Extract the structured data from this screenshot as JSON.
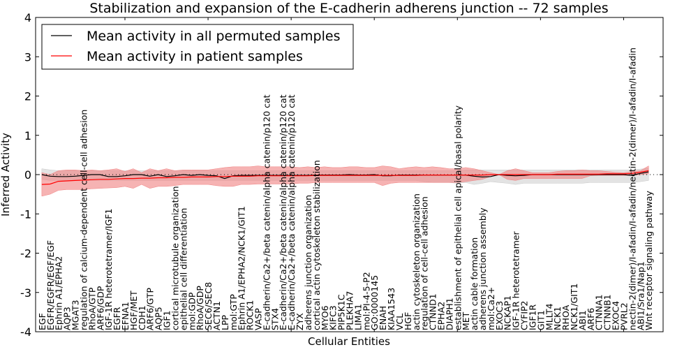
{
  "chart_data": {
    "type": "line",
    "title": "Stabilization and expansion of the E-cadherin adherens junction -- 72 samples",
    "xlabel": "Cellular Entities",
    "ylabel": "Inferred Activity",
    "ylim": [
      -4,
      4
    ],
    "yticks": [
      "-4",
      "-3",
      "-2",
      "-1",
      "0",
      "1",
      "2",
      "3",
      "4"
    ],
    "grid": false,
    "legend_placement": "top-left",
    "categories": [
      "EGF",
      "EGFR/EGFR/EGF/EGF",
      "Ephrin A1/EPHA2",
      "AQP3",
      "MGAT3",
      "regulation of calcium-dependent cell-cell adhesion",
      "RhoA/GTP",
      "ARF6/GDP",
      "IGF-1R heterotetramer/IGF1",
      "EGFR",
      "EFNA1",
      "HGF/MET",
      "CDH1",
      "ARF6/GTP",
      "AQP5",
      "IGF1",
      "cortical microtubule organization",
      "epithelial cell differentiation",
      "mol:GDP",
      "RhoA/GDP",
      "SEC6/SEC8",
      "ACTN1",
      "LPP",
      "mol:GTP",
      "Ephrin A1/EPHA2/NCK1/GIT1",
      "ROCK1",
      "VASP",
      "E-cadherin/Ca2+/beta catenin/alpha catenin/p120 cat",
      "STX4",
      "E-cadherin/Ca2+/beta catenin/alpha catenin/p120 cat",
      "E-cadherin/Ca2+/beta catenin/alpha catenin/p120 cat",
      "ZYX",
      "adherens junction organization",
      "cortical actin cytoskeleton stabilization",
      "MYO6",
      "KIFC3",
      "PIP5K1C",
      "PLEKHA7",
      "LIMA1",
      "mol:PI-4-5-P2",
      "GO:0000145",
      "ENAH",
      "KIAA1543",
      "VCL",
      "HGF",
      "actin cytoskeleton organization",
      "regulation of cell-cell adhesion",
      "CTNND1",
      "EPHA2",
      "DIAPH1",
      "establishment of epithelial cell apical/basal polarity",
      "MET",
      "actin cable formation",
      "adherens junction assembly",
      "mol:Ca2+",
      "EXOC3",
      "NCKAP1",
      "IGF-1R heterotetramer",
      "CYFIP2",
      "IGF1R",
      "GIT1",
      "MLLT4",
      "NCK1",
      "RHOA",
      "NCK1/GIT1",
      "ABI1",
      "ARF6",
      "CTNNA1",
      "CTNNB1",
      "EXOC4",
      "PVRL2",
      "nectin-2(dimer)/I-afadin/I-afadin/nectin-2(dimer)/I-afadin/I-afadin",
      "ABI1/Sra1/Nap1",
      "Wnt receptor signaling pathway"
    ],
    "series": [
      {
        "name": "Mean activity in all permuted samples",
        "color": "#000000",
        "band_color": "#c8c8c8",
        "values": [
          0.0,
          -0.04,
          -0.05,
          -0.05,
          -0.04,
          -0.02,
          0.0,
          0.0,
          -0.05,
          -0.05,
          -0.03,
          0.0,
          0.0,
          -0.04,
          0.0,
          -0.05,
          -0.03,
          0.0,
          -0.02,
          0.0,
          -0.02,
          -0.03,
          -0.1,
          -0.03,
          -0.02,
          -0.02,
          -0.02,
          -0.02,
          -0.02,
          -0.02,
          -0.02,
          -0.02,
          -0.02,
          -0.01,
          -0.01,
          -0.01,
          -0.01,
          0.0,
          -0.01,
          -0.01,
          0.0,
          -0.03,
          -0.03,
          -0.01,
          -0.01,
          -0.01,
          -0.01,
          -0.01,
          -0.01,
          -0.01,
          -0.01,
          -0.01,
          -0.04,
          -0.06,
          -0.05,
          0.0,
          -0.02,
          -0.03,
          -0.02,
          0.0,
          0.0,
          0.0,
          0.0,
          0.0,
          0.0,
          0.0,
          0.0,
          0.0,
          0.0,
          0.0,
          0.0,
          -0.02,
          0.03,
          0.07
        ],
        "upper": [
          0.15,
          0.12,
          0.1,
          0.1,
          0.1,
          0.1,
          0.1,
          0.1,
          0.1,
          0.1,
          0.1,
          0.1,
          0.1,
          0.1,
          0.1,
          0.1,
          0.1,
          0.1,
          0.1,
          0.1,
          0.1,
          0.1,
          0.1,
          0.1,
          0.1,
          0.1,
          0.1,
          0.1,
          0.1,
          0.1,
          0.1,
          0.1,
          0.1,
          0.1,
          0.1,
          0.1,
          0.1,
          0.1,
          0.1,
          0.1,
          0.1,
          0.1,
          0.1,
          0.1,
          0.1,
          0.1,
          0.1,
          0.1,
          0.1,
          0.1,
          0.1,
          0.12,
          0.12,
          0.12,
          0.12,
          0.12,
          0.12,
          0.12,
          0.12,
          0.12,
          0.12,
          0.12,
          0.12,
          0.12,
          0.12,
          0.12,
          0.12,
          0.12,
          0.12,
          0.12,
          0.12,
          0.12,
          0.14,
          0.16
        ],
        "lower": [
          -0.12,
          -0.15,
          -0.15,
          -0.15,
          -0.15,
          -0.15,
          -0.15,
          -0.15,
          -0.15,
          -0.15,
          -0.15,
          -0.15,
          -0.15,
          -0.15,
          -0.15,
          -0.15,
          -0.15,
          -0.15,
          -0.15,
          -0.15,
          -0.15,
          -0.15,
          -0.15,
          -0.15,
          -0.15,
          -0.15,
          -0.15,
          -0.15,
          -0.15,
          -0.15,
          -0.15,
          -0.15,
          -0.15,
          -0.15,
          -0.15,
          -0.15,
          -0.15,
          -0.15,
          -0.15,
          -0.15,
          -0.15,
          -0.15,
          -0.15,
          -0.15,
          -0.15,
          -0.15,
          -0.18,
          -0.2,
          -0.2,
          -0.2,
          -0.22,
          -0.2,
          -0.25,
          -0.22,
          -0.18,
          -0.2,
          -0.22,
          -0.25,
          -0.22,
          -0.22,
          -0.22,
          -0.22,
          -0.22,
          -0.22,
          -0.22,
          -0.22,
          -0.2,
          -0.2,
          -0.2,
          -0.2,
          -0.2,
          -0.2,
          -0.18,
          -0.15
        ]
      },
      {
        "name": "Mean activity in patient samples",
        "color": "#ff0000",
        "band_color": "#f08080",
        "values": [
          -0.25,
          -0.24,
          -0.17,
          -0.16,
          -0.15,
          -0.14,
          -0.13,
          -0.12,
          -0.12,
          -0.11,
          -0.1,
          -0.1,
          -0.09,
          -0.09,
          -0.08,
          -0.08,
          -0.07,
          -0.07,
          -0.06,
          -0.06,
          -0.06,
          -0.05,
          -0.05,
          -0.04,
          -0.04,
          -0.04,
          -0.03,
          -0.03,
          -0.03,
          -0.03,
          -0.03,
          -0.03,
          -0.03,
          -0.02,
          -0.02,
          -0.02,
          -0.02,
          -0.02,
          -0.02,
          -0.02,
          -0.02,
          -0.02,
          -0.02,
          -0.02,
          -0.02,
          -0.02,
          -0.01,
          -0.01,
          -0.01,
          -0.01,
          -0.01,
          -0.01,
          -0.01,
          -0.01,
          0.0,
          0.0,
          0.0,
          0.0,
          0.0,
          0.0,
          0.0,
          0.0,
          0.01,
          0.01,
          0.01,
          0.01,
          0.01,
          0.01,
          0.02,
          0.02,
          0.02,
          0.03,
          0.06,
          0.1
        ],
        "upper": [
          0.05,
          0.0,
          0.1,
          0.12,
          0.12,
          0.1,
          0.12,
          0.1,
          0.12,
          0.15,
          0.08,
          0.15,
          0.05,
          0.15,
          0.1,
          0.15,
          0.1,
          0.12,
          0.12,
          0.12,
          0.12,
          0.15,
          0.18,
          0.2,
          0.2,
          0.2,
          0.22,
          0.2,
          0.2,
          0.2,
          0.2,
          0.18,
          0.2,
          0.18,
          0.2,
          0.18,
          0.18,
          0.2,
          0.2,
          0.18,
          0.18,
          0.22,
          0.2,
          0.15,
          0.18,
          0.2,
          0.18,
          0.2,
          0.18,
          0.15,
          0.15,
          0.18,
          0.15,
          0.1,
          0.05,
          0.0,
          0.1,
          0.15,
          0.1,
          0.05,
          0.05,
          0.05,
          0.08,
          0.1,
          0.1,
          0.12,
          0.1,
          0.1,
          0.08,
          0.06,
          0.05,
          0.08,
          0.1,
          0.22
        ],
        "lower": [
          -0.55,
          -0.5,
          -0.4,
          -0.38,
          -0.38,
          -0.38,
          -0.36,
          -0.35,
          -0.34,
          -0.33,
          -0.3,
          -0.35,
          -0.25,
          -0.35,
          -0.3,
          -0.3,
          -0.28,
          -0.25,
          -0.25,
          -0.25,
          -0.25,
          -0.28,
          -0.3,
          -0.3,
          -0.25,
          -0.25,
          -0.24,
          -0.24,
          -0.24,
          -0.24,
          -0.24,
          -0.22,
          -0.22,
          -0.2,
          -0.2,
          -0.2,
          -0.2,
          -0.2,
          -0.2,
          -0.2,
          -0.2,
          -0.28,
          -0.22,
          -0.2,
          -0.2,
          -0.2,
          -0.2,
          -0.2,
          -0.2,
          -0.2,
          -0.2,
          -0.18,
          -0.15,
          -0.12,
          -0.05,
          0.0,
          -0.12,
          -0.15,
          -0.1,
          -0.1,
          -0.1,
          -0.1,
          -0.1,
          -0.1,
          -0.1,
          -0.1,
          -0.03,
          -0.02,
          -0.02,
          -0.02,
          -0.02,
          -0.02,
          0.0,
          0.02
        ]
      }
    ],
    "reference_line": {
      "y": 0,
      "style": "dotted"
    }
  }
}
